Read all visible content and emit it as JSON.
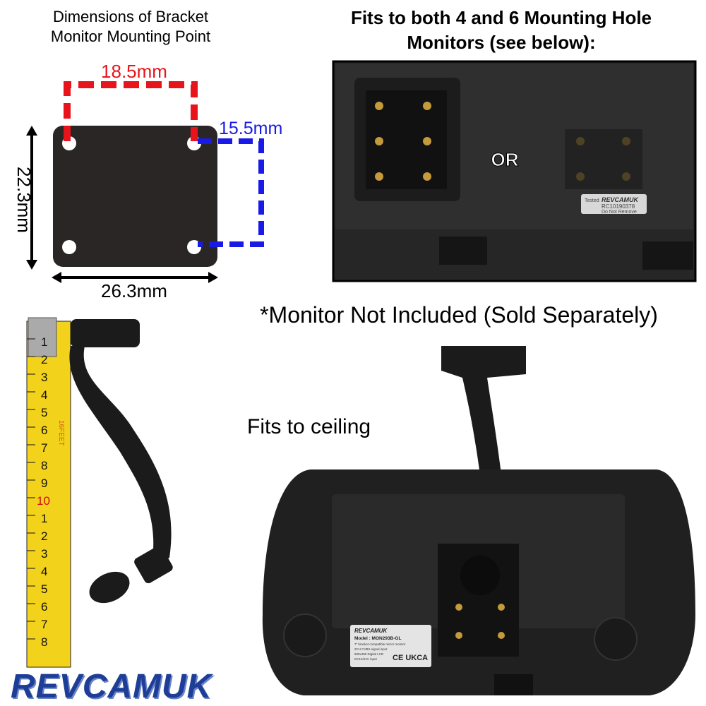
{
  "dimensions": {
    "title_line1": "Dimensions of Bracket",
    "title_line2": "Monitor Mounting Point",
    "width_top": "18.5mm",
    "height_right": "15.5mm",
    "height_total": "22.3mm",
    "width_total": "26.3mm",
    "colors": {
      "top": "#e8141b",
      "right": "#1a1ae6"
    }
  },
  "compatibility": {
    "title_line1": "Fits to both 4 and 6 Mounting Hole",
    "title_line2": "Monitors (see below):",
    "or_label": "OR",
    "sticker": {
      "tested": "Tested",
      "brand": "REVCAMUK",
      "code": "RC10190378",
      "warning": "Do Not Remove"
    }
  },
  "note": "*Monitor Not Included (Sold Separately)",
  "ceiling_label": "Fits to ceiling",
  "tape_marks": [
    "1",
    "2",
    "3",
    "4",
    "5",
    "6",
    "7",
    "8",
    "9",
    "10",
    "1",
    "2",
    "3",
    "4",
    "5",
    "6",
    "7",
    "8"
  ],
  "tape_feet": "16FEET",
  "monitor_label": {
    "brand": "REVCAMUK",
    "model": "Model : MON293B-GL",
    "lines": [
      "7\" bracket compatible mirror monitor",
      "2CH CVBS signal input",
      "800x480 Digital LCD",
      "DC12/24V input"
    ],
    "marks": "CE UKCA"
  },
  "logo": "REVCAMUK"
}
